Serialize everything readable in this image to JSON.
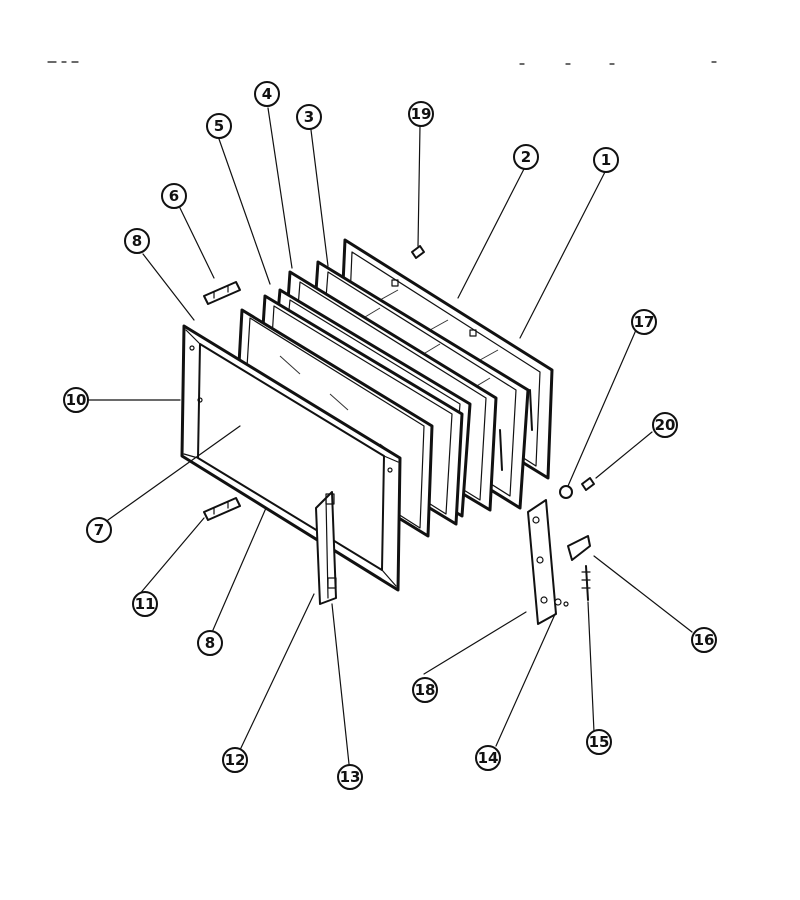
{
  "diagram": {
    "callouts": [
      {
        "id": "1",
        "label": "1"
      },
      {
        "id": "2",
        "label": "2"
      },
      {
        "id": "3",
        "label": "3"
      },
      {
        "id": "4",
        "label": "4"
      },
      {
        "id": "5",
        "label": "5"
      },
      {
        "id": "6",
        "label": "6"
      },
      {
        "id": "7",
        "label": "7"
      },
      {
        "id": "8a",
        "label": "8"
      },
      {
        "id": "8b",
        "label": "8"
      },
      {
        "id": "10",
        "label": "10"
      },
      {
        "id": "11",
        "label": "11"
      },
      {
        "id": "12",
        "label": "12"
      },
      {
        "id": "13",
        "label": "13"
      },
      {
        "id": "14",
        "label": "14"
      },
      {
        "id": "15",
        "label": "15"
      },
      {
        "id": "16",
        "label": "16"
      },
      {
        "id": "17",
        "label": "17"
      },
      {
        "id": "18",
        "label": "18"
      },
      {
        "id": "19",
        "label": "19"
      },
      {
        "id": "20",
        "label": "20"
      }
    ]
  }
}
